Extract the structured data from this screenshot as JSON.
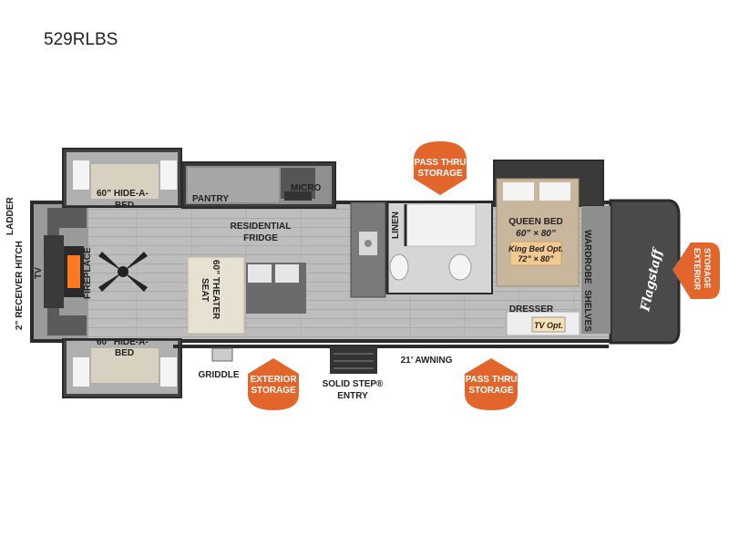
{
  "model": "529RLBS",
  "labels": {
    "ladder": "LADDER",
    "receiver_hitch": "2” RECEIVER HITCH",
    "tv": "TV",
    "fireplace": "FIREPLACE",
    "hide_a_bed_top_1": "60” HIDE-A-",
    "hide_a_bed_top_2": "BED",
    "hide_a_bed_bottom_1": "60” HIDE-A-",
    "hide_a_bed_bottom_2": "BED",
    "pantry": "PANTRY",
    "micro": "MICRO",
    "residential_fridge_1": "RESIDENTIAL",
    "residential_fridge_2": "FRIDGE",
    "theater_seat_1": "60” THEATER",
    "theater_seat_2": "SEAT",
    "linen": "LINEN",
    "queen_bed": "QUEEN BED",
    "queen_bed_size": "60” × 80”",
    "king_bed_opt": "King Bed Opt.",
    "king_bed_size": "72” × 80”",
    "wardrobe": "WARDROBE",
    "shelves": "SHELVES",
    "dresser": "DRESSER",
    "tv_opt": "TV Opt.",
    "awning": "21’ AWNING",
    "griddle": "GRIDDLE",
    "solid_step_1": "SOLID STEP®",
    "solid_step_2": "ENTRY",
    "pass_thru_top_1": "PASS THRU",
    "pass_thru_top_2": "STORAGE",
    "pass_thru_bottom_1": "PASS THRU",
    "pass_thru_bottom_2": "STORAGE",
    "exterior_storage_bottom_1": "EXTERIOR",
    "exterior_storage_bottom_2": "STORAGE",
    "exterior_storage_right_1": "EXTERIOR",
    "exterior_storage_right_2": "STORAGE",
    "brand_logo": "Flagstaff"
  },
  "colors": {
    "storage_badge": "#e2662c",
    "floor": "#b9b9b9",
    "walls": "#2b2b2b",
    "king_bed_tag": "#f2c992"
  }
}
